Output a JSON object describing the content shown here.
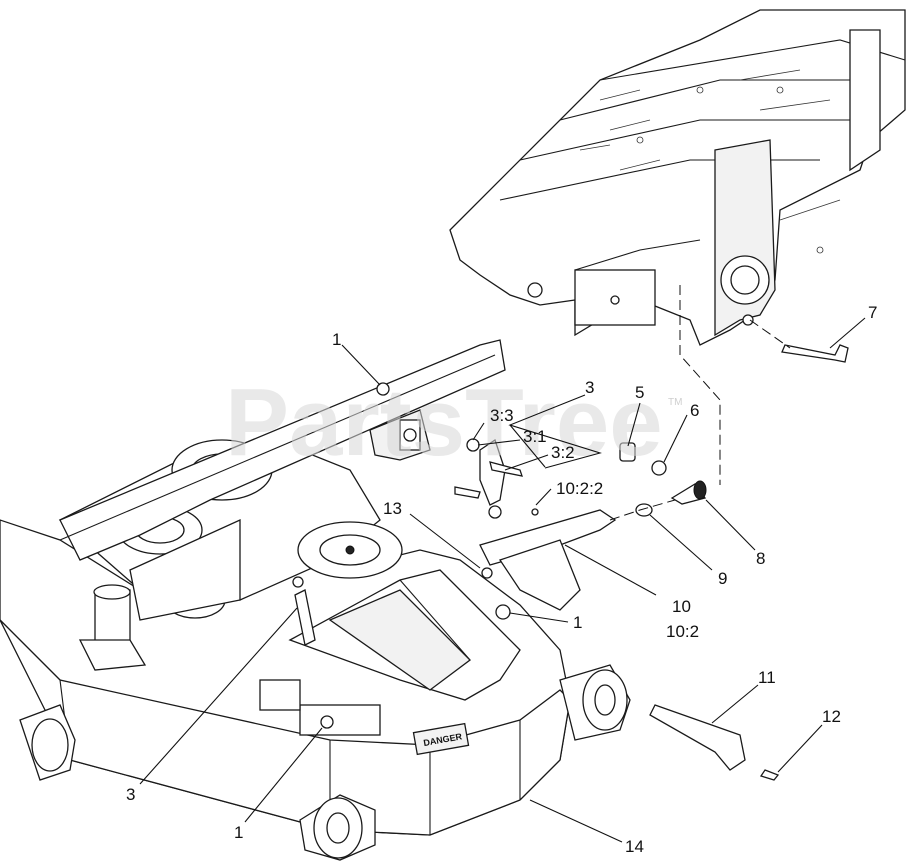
{
  "watermark": {
    "text": "PartsTree",
    "tm": "TM"
  },
  "callouts": [
    {
      "id": "c7",
      "label": "7"
    },
    {
      "id": "c1a",
      "label": "1"
    },
    {
      "id": "c3a",
      "label": "3"
    },
    {
      "id": "c33",
      "label": "3:3"
    },
    {
      "id": "c31",
      "label": "3:1"
    },
    {
      "id": "c32",
      "label": "3:2"
    },
    {
      "id": "c5",
      "label": "5"
    },
    {
      "id": "c6",
      "label": "6"
    },
    {
      "id": "c1022",
      "label": "10:2:2"
    },
    {
      "id": "c13",
      "label": "13"
    },
    {
      "id": "c8",
      "label": "8"
    },
    {
      "id": "c9",
      "label": "9"
    },
    {
      "id": "c1b",
      "label": "1"
    },
    {
      "id": "c10",
      "label": "10"
    },
    {
      "id": "c102",
      "label": "10:2"
    },
    {
      "id": "c11",
      "label": "11"
    },
    {
      "id": "c12",
      "label": "12"
    },
    {
      "id": "c3b",
      "label": "3"
    },
    {
      "id": "c1c",
      "label": "1"
    },
    {
      "id": "c14",
      "label": "14"
    }
  ],
  "decal": {
    "text": "DANGER"
  }
}
